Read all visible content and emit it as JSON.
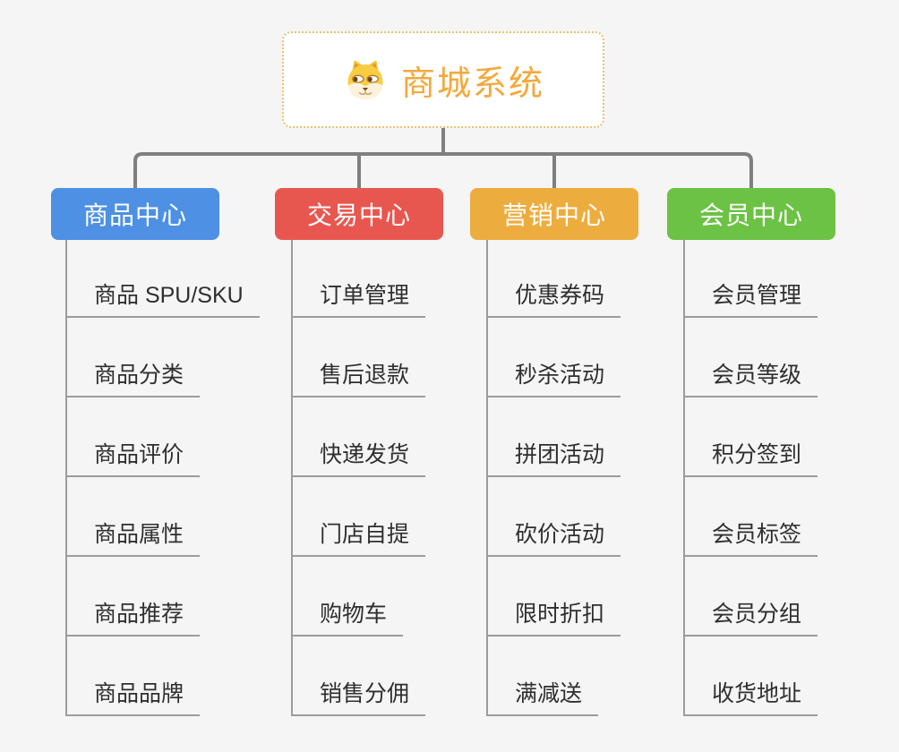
{
  "root": {
    "title": "商城系统",
    "icon": "dog-face-icon",
    "title_color": "#f2a93b",
    "border_color": "#e9c06a"
  },
  "connector_color": "#7f7f7f",
  "leaf_line_color": "#9c9c9c",
  "branches": [
    {
      "label": "商品中心",
      "color": "#4d90e4",
      "items": [
        "商品 SPU/SKU",
        "商品分类",
        "商品评价",
        "商品属性",
        "商品推荐",
        "商品品牌"
      ]
    },
    {
      "label": "交易中心",
      "color": "#e8574f",
      "items": [
        "订单管理",
        "售后退款",
        "快递发货",
        "门店自提",
        "购物车",
        "销售分佣"
      ]
    },
    {
      "label": "营销中心",
      "color": "#edad3e",
      "items": [
        "优惠券码",
        "秒杀活动",
        "拼团活动",
        "砍价活动",
        "限时折扣",
        "满减送"
      ]
    },
    {
      "label": "会员中心",
      "color": "#6cc244",
      "items": [
        "会员管理",
        "会员等级",
        "积分签到",
        "会员标签",
        "会员分组",
        "收货地址"
      ]
    }
  ]
}
